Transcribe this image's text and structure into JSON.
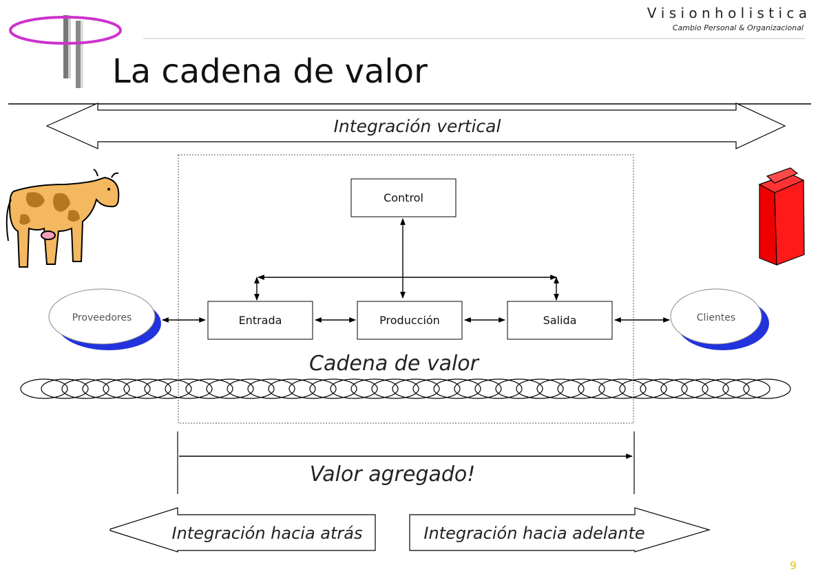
{
  "brand": {
    "name": "V i s i o n h o l i s t i c a",
    "tagline": "Cambio Personal & Organizacional"
  },
  "title": "La cadena de valor",
  "arrows": {
    "vertical": "Integración vertical",
    "backward": "Integración hacia atrás",
    "forward": "Integración hacia adelante"
  },
  "boxes": {
    "control": "Control",
    "entrada": "Entrada",
    "produccion": "Producción",
    "salida": "Salida"
  },
  "ellipses": {
    "proveedores": "Proveedores",
    "clientes": "Clientes"
  },
  "labels": {
    "chain": "Cadena de valor",
    "added_value": "Valor agregado!"
  },
  "page_number": "9",
  "colors": {
    "accent": "#cc33cc",
    "ellipse_shadow": "#2233dd",
    "carton": "#ff0000",
    "cow_body": "#f4b860",
    "cow_spots": "#b5771f",
    "page_number": "#e0c000"
  }
}
